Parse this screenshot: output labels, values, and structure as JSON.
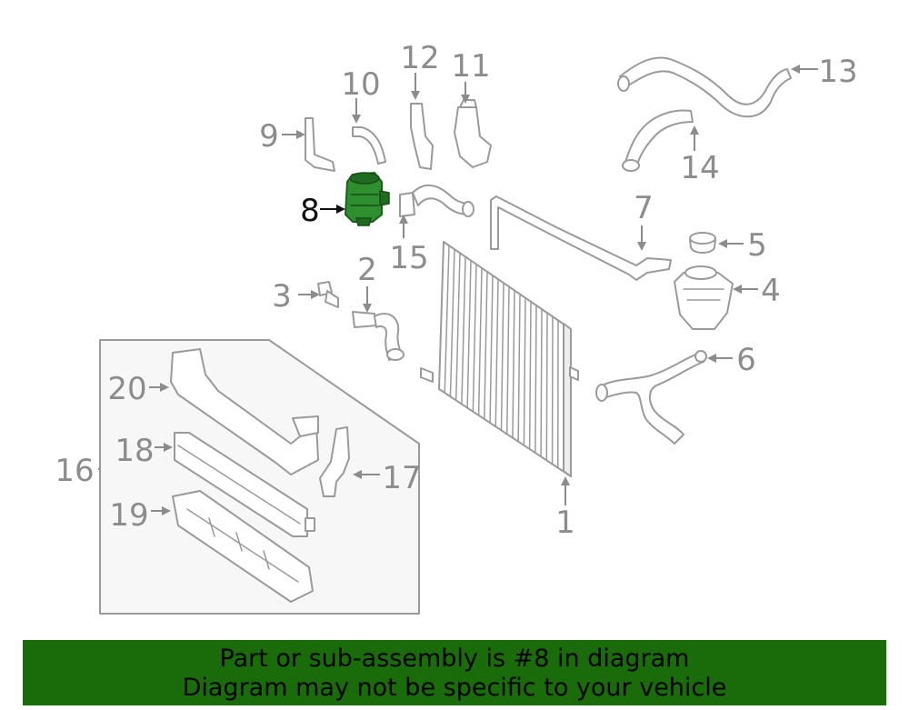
{
  "callouts": {
    "c1": "1",
    "c2": "2",
    "c3": "3",
    "c4": "4",
    "c5": "5",
    "c6": "6",
    "c7": "7",
    "c8": "8",
    "c9": "9",
    "c10": "10",
    "c11": "11",
    "c12": "12",
    "c13": "13",
    "c14": "14",
    "c15": "15",
    "c16": "16",
    "c17": "17",
    "c18": "18",
    "c19": "19",
    "c20": "20"
  },
  "highlighted_part": "8",
  "colors": {
    "highlight": "#2f8f2f",
    "banner": "#1a6b0a",
    "line": "#9a9a9a"
  },
  "banner": {
    "line1": "Part or sub-assembly is #8 in diagram",
    "line2": "Diagram may not be specific to your vehicle"
  }
}
